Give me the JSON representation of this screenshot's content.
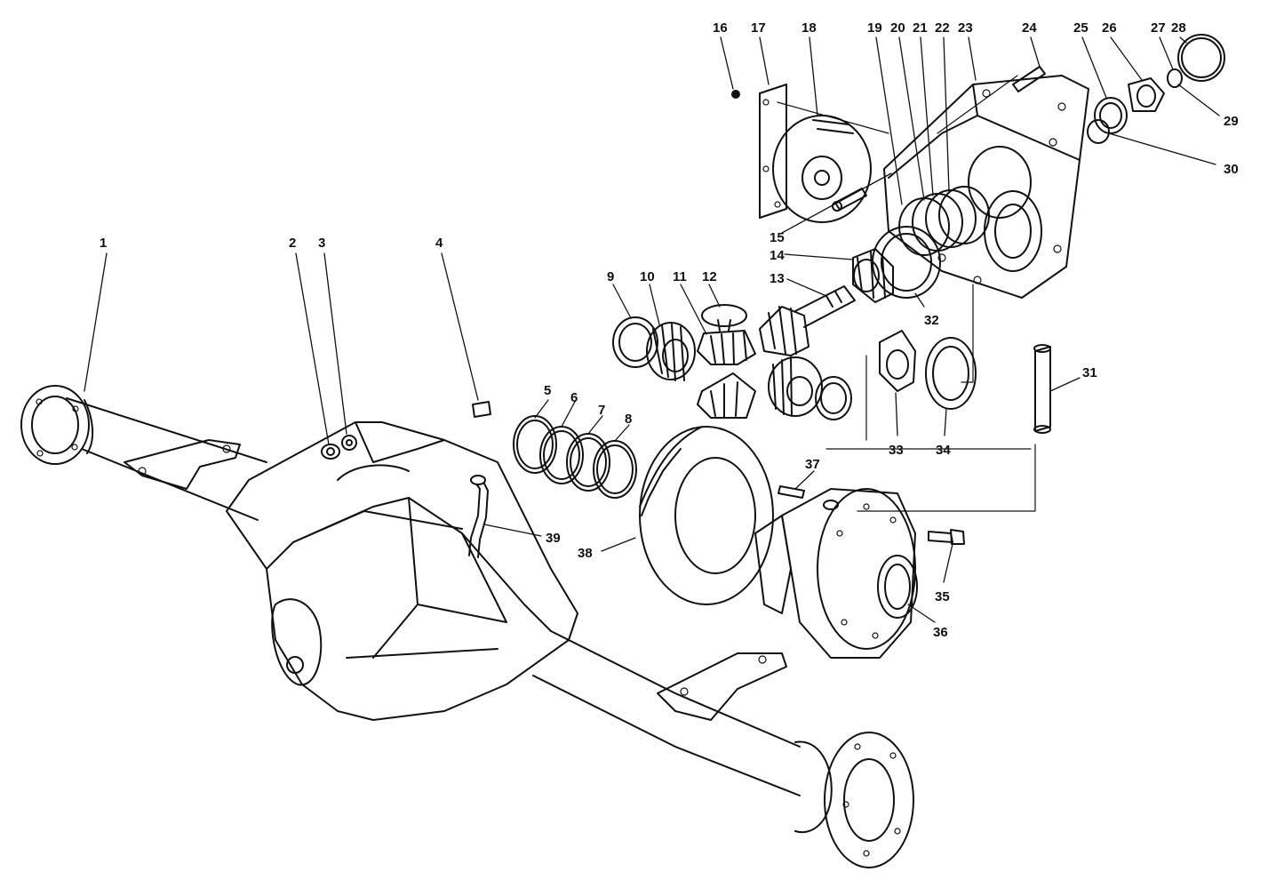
{
  "callouts": [
    "1",
    "2",
    "3",
    "4",
    "5",
    "6",
    "7",
    "8",
    "9",
    "10",
    "11",
    "12",
    "13",
    "14",
    "15",
    "16",
    "17",
    "18",
    "19",
    "20",
    "21",
    "22",
    "23",
    "24",
    "25",
    "26",
    "27",
    "28",
    "29",
    "30",
    "31",
    "32",
    "33",
    "34",
    "35",
    "36",
    "37",
    "38",
    "39"
  ],
  "colors": {
    "ink": "#111111",
    "paper": "#ffffff"
  }
}
